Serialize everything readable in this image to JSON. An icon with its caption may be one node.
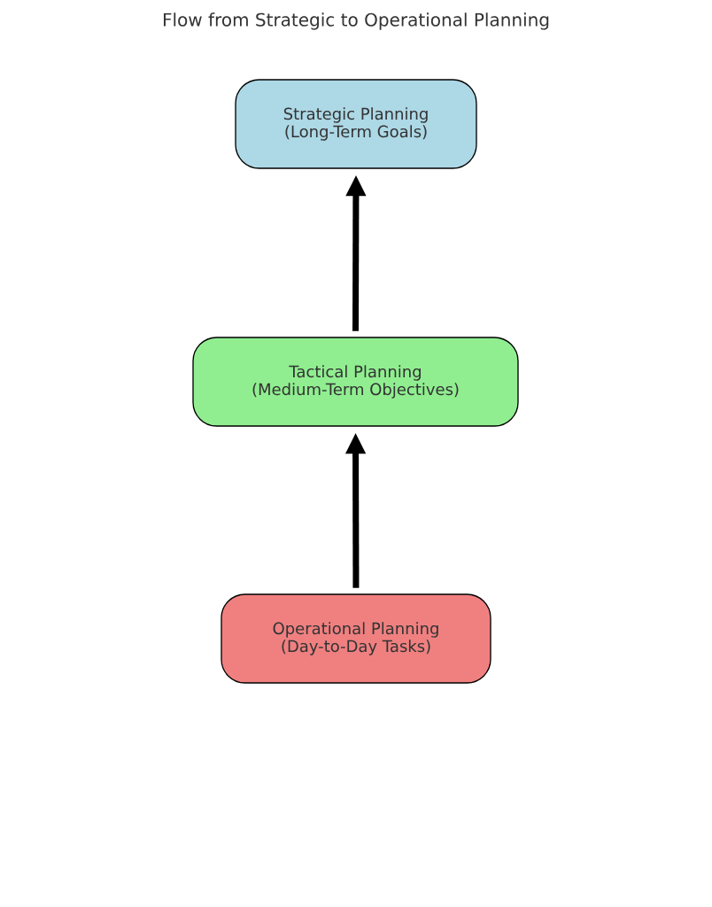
{
  "diagram": {
    "title": "Flow from Strategic to Operational Planning",
    "nodes": [
      {
        "text": [
          "Strategic Planning",
          "(Long-Term Goals)"
        ]
      },
      {
        "text": [
          "Tactical Planning",
          "(Medium-Term Objectives)"
        ]
      },
      {
        "text": [
          "Operational Planning",
          "(Day-to-Day Tasks)"
        ]
      }
    ],
    "edges": [
      {
        "from": 1,
        "to": 0,
        "arrow": "to"
      },
      {
        "from": 2,
        "to": 1,
        "arrow": "to"
      }
    ]
  }
}
